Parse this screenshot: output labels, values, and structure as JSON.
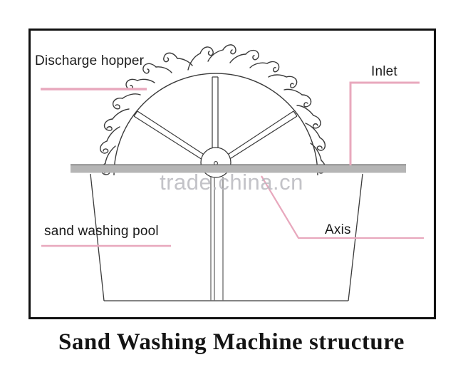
{
  "caption": "Sand Washing Machine structure",
  "watermark": "trade.china.cn",
  "labels": {
    "discharge_hopper": "Discharge hopper",
    "inlet": "Inlet",
    "axis": "Axis",
    "sand_washing_pool": "sand washing pool"
  },
  "colors": {
    "leader_line": "#e8a8bd",
    "outline": "#3a3a3a",
    "frame": "#111111",
    "water_bar": "#b5b5b5",
    "watermark": "#b9b9bf",
    "caption": "#141414",
    "background": "#ffffff"
  },
  "diagram": {
    "type": "technical-cross-section",
    "title": "Sand Washing Machine structure",
    "components": [
      {
        "name": "discharge-hopper",
        "label": "Discharge hopper",
        "leader": "horizontal-underline-left"
      },
      {
        "name": "inlet",
        "label": "Inlet",
        "leader": "vertical-drop-right"
      },
      {
        "name": "axis",
        "label": "Axis",
        "leader": "diagonal-to-hub"
      },
      {
        "name": "sand-washing-pool",
        "label": "sand washing pool",
        "leader": "horizontal-underline-left"
      },
      {
        "name": "bucket-wheel",
        "teeth": 16,
        "spokes": 3
      },
      {
        "name": "water-level-bar"
      },
      {
        "name": "drive-shaft",
        "lines": 3
      }
    ]
  }
}
